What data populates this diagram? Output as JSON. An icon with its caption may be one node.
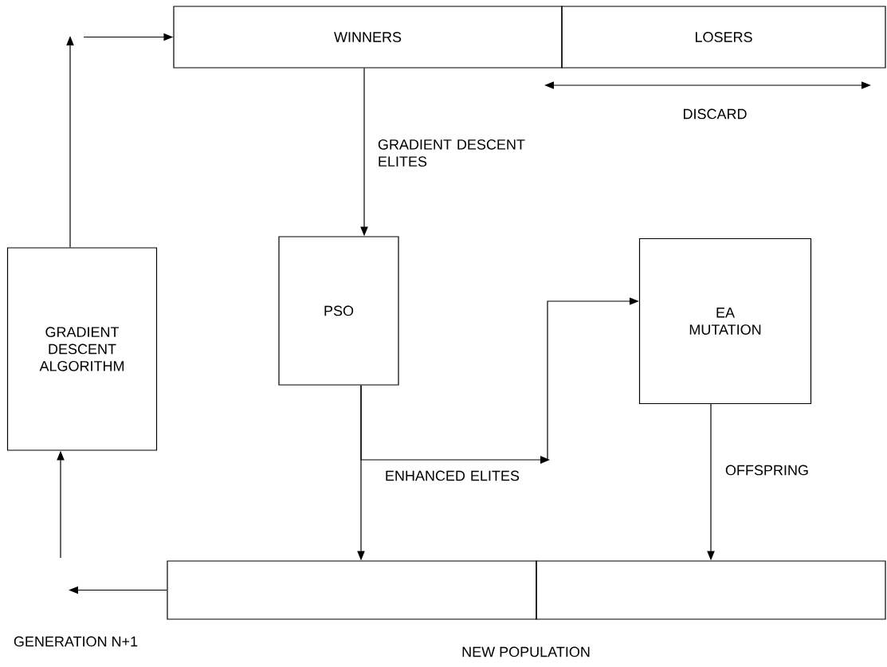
{
  "diagram": {
    "nodes": [
      {
        "text": [
          "WINNERS"
        ]
      },
      {
        "text": [
          "LOSERS"
        ]
      },
      {
        "text": [
          "PSO"
        ]
      },
      {
        "text": [
          "EA MUTATION"
        ]
      },
      {
        "text": [
          "GRADIENT DESCENT ALGORITHM"
        ]
      },
      {
        "text": [],
        "shape": "box"
      },
      {
        "text": [],
        "shape": "box"
      }
    ],
    "edges": [
      {
        "from": 0,
        "to": 2,
        "arrow": "to",
        "label": "GRADIENT DESCENT ELITES"
      },
      {
        "from": 2,
        "to": 3,
        "arrow": "to"
      },
      {
        "from": 2,
        "to": 5,
        "arrow": "to",
        "label": "ENHANCED ELITES"
      },
      {
        "from": 3,
        "to": 6,
        "arrow": "to",
        "label": "OFFSPRING"
      },
      {
        "from": 5,
        "to": null,
        "arrow": "to"
      },
      {
        "from": null,
        "to": 4,
        "arrow": "to"
      },
      {
        "from": 4,
        "to": null,
        "arrow": "to"
      },
      {
        "from": null,
        "to": 0,
        "arrow": "to"
      }
    ],
    "labels": [
      "DISCARD",
      "GENERATION N+1",
      "NEW POPULATION"
    ]
  }
}
